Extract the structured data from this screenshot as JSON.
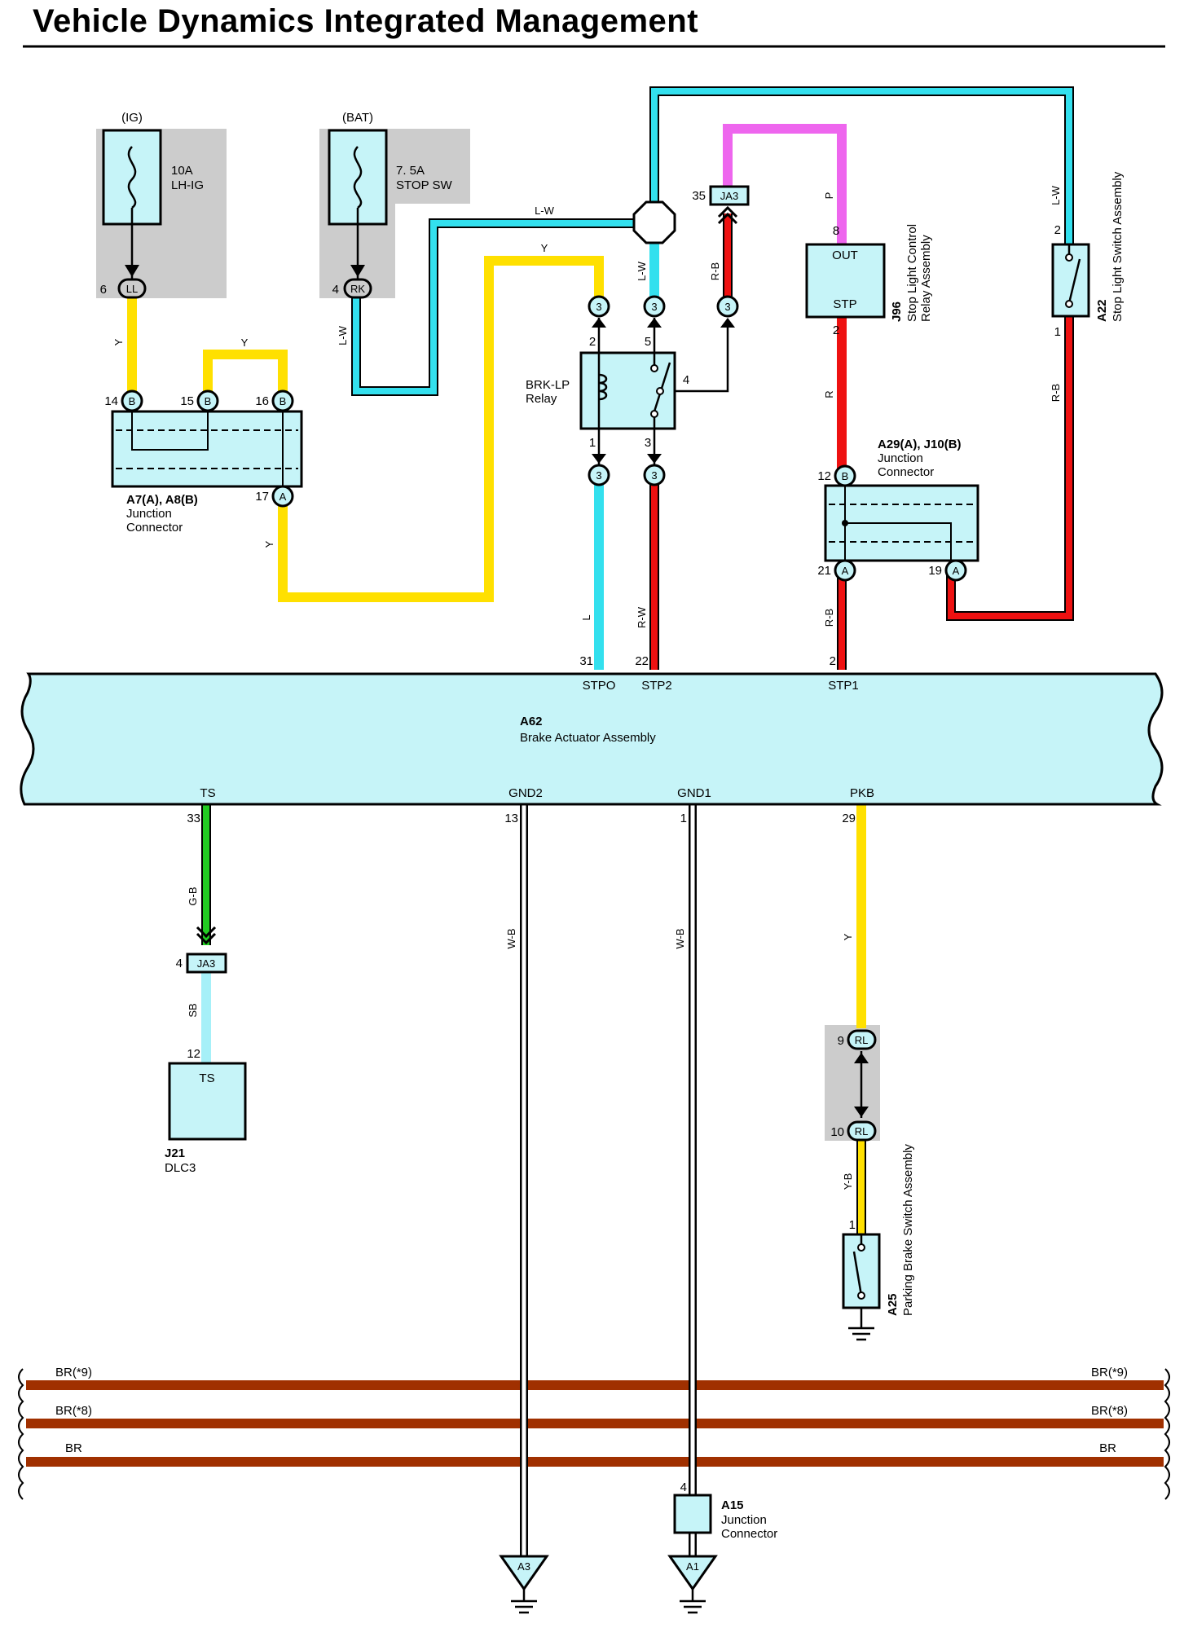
{
  "title": "Vehicle Dynamics Integrated Management",
  "colors": {
    "Y": "#ffe000",
    "L": "#33e0ee",
    "LW": "#33e0ee",
    "P": "#ee66ee",
    "R": "#ee1111",
    "RB": "#ee1111",
    "RW": "#ee1111",
    "GB": "#22cc22",
    "SB": "#a6f0f8",
    "WB": "#ffffff",
    "BR": "#a03000",
    "box": "#c6f4f8",
    "gray": "#cccccc"
  },
  "fuses": {
    "ig": {
      "source": "(IG)",
      "rating": "10A",
      "name": "LH-IG",
      "pin": "6",
      "conn": "LL"
    },
    "bat": {
      "source": "(BAT)",
      "rating": "7. 5A",
      "name": "STOP SW",
      "pin": "4",
      "conn": "RK"
    }
  },
  "wires": {
    "y1": "Y",
    "y2": "Y",
    "y3": "Y",
    "y4": "Y",
    "lw1": "L-W",
    "lw2": "L-W",
    "lw3": "L-W",
    "lw4": "L-W",
    "p": "P",
    "rb1": "R-B",
    "rb2": "R-B",
    "rb3": "R-B",
    "r": "R",
    "l": "L",
    "rw": "R-W",
    "gb": "G-B",
    "sb": "SB",
    "wb1": "W-B",
    "wb2": "W-B",
    "y5": "Y",
    "yb": "Y-B"
  },
  "connectors": {
    "c3": "3",
    "ja3": "JA3",
    "ja3_pin_top": "35",
    "ja3_pin_bottom": "4",
    "b": "B",
    "a": "A",
    "rl": "RL"
  },
  "pins": {
    "jc_a7_14": "14",
    "jc_a7_15": "15",
    "jc_a7_16": "16",
    "jc_a7_17": "17",
    "relay_2": "2",
    "relay_5": "5",
    "relay_4": "4",
    "relay_1": "1",
    "relay_3": "3",
    "stp_8": "8",
    "stp_2": "2",
    "sw_2": "2",
    "sw_1": "1",
    "jc_a29_12": "12",
    "jc_a29_21": "21",
    "jc_a29_19": "19",
    "a62_31": "31",
    "a62_22": "22",
    "a62_2": "2",
    "a62_33": "33",
    "a62_13": "13",
    "a62_1": "1",
    "a62_29": "29",
    "dlc_12": "12",
    "rl_9": "9",
    "rl_10": "10",
    "pb_1": "1",
    "a15_4": "4"
  },
  "components": {
    "jc_a7": {
      "id": "A7(A), A8(B)",
      "name1": "Junction",
      "name2": "Connector"
    },
    "relay": {
      "name1": "BRK-LP",
      "name2": "Relay"
    },
    "stp_relay": {
      "id": "J96",
      "name1": "Stop Light Control",
      "name2": "Relay Assembly",
      "out": "OUT",
      "stp": "STP"
    },
    "stop_sw": {
      "id": "A22",
      "name": "Stop Light Switch Assembly"
    },
    "jc_a29": {
      "id": "A29(A), J10(B)",
      "name1": "Junction",
      "name2": "Connector"
    },
    "a62": {
      "id": "A62",
      "name": "Brake Actuator Assembly",
      "stpo": "STPO",
      "stp2": "STP2",
      "stp1": "STP1",
      "ts": "TS",
      "gnd2": "GND2",
      "gnd1": "GND1",
      "pkb": "PKB"
    },
    "dlc": {
      "id": "J21",
      "name": "DLC3",
      "term": "TS"
    },
    "pbs": {
      "id": "A25",
      "name": "Parking Brake Switch Assembly"
    },
    "a15": {
      "id": "A15",
      "name1": "Junction",
      "name2": "Connector"
    },
    "gnd_a3": "A3",
    "gnd_a1": "A1"
  },
  "harness": {
    "br9": "BR(*9)",
    "br8": "BR(*8)",
    "br": "BR"
  }
}
